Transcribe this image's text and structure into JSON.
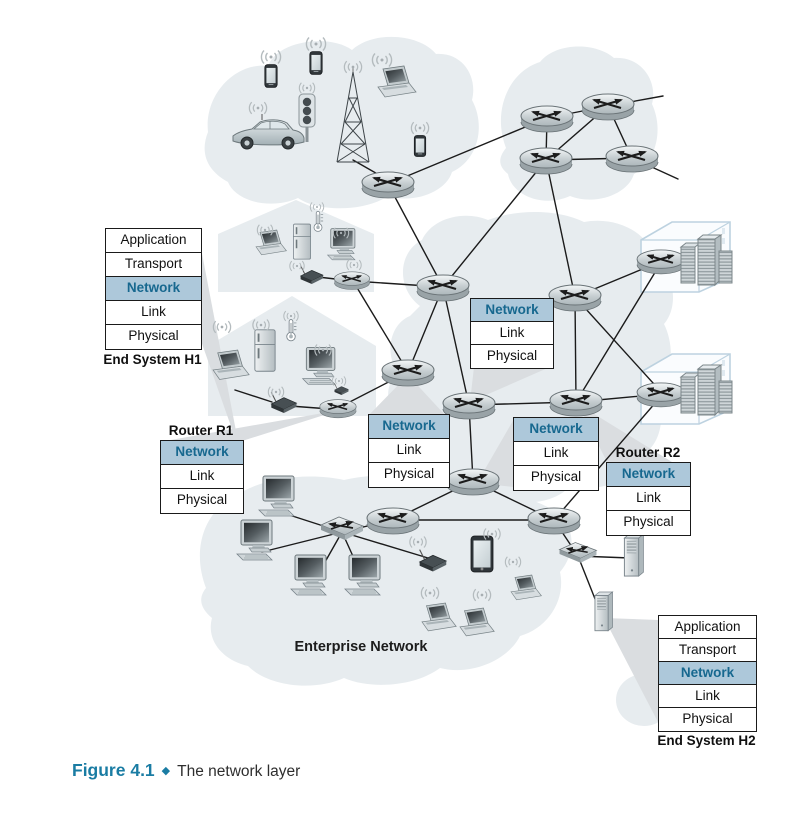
{
  "figure": {
    "caption_label": "Figure 4.1",
    "caption_diamond": "◆",
    "caption_text": "The network layer"
  },
  "labels": {
    "enterprise_network": "Enterprise Network"
  },
  "stacks": {
    "h1": {
      "title": "End System H1",
      "highlighted_layer": "Network",
      "layers": [
        "Application",
        "Transport",
        "Network",
        "Link",
        "Physical"
      ]
    },
    "r1": {
      "title": "Router R1",
      "highlighted_layer": "Network",
      "layers": [
        "Network",
        "Link",
        "Physical"
      ]
    },
    "mid_upper": {
      "highlighted_layer": "Network",
      "layers": [
        "Network",
        "Link",
        "Physical"
      ]
    },
    "mid_left": {
      "highlighted_layer": "Network",
      "layers": [
        "Network",
        "Link",
        "Physical"
      ]
    },
    "mid_right": {
      "highlighted_layer": "Network",
      "layers": [
        "Network",
        "Link",
        "Physical"
      ]
    },
    "r2": {
      "title": "Router R2",
      "highlighted_layer": "Network",
      "layers": [
        "Network",
        "Link",
        "Physical"
      ]
    },
    "h2": {
      "title": "End System H2",
      "highlighted_layer": "Network",
      "layers": [
        "Application",
        "Transport",
        "Network",
        "Link",
        "Physical"
      ]
    }
  },
  "colors": {
    "hl_bg": "#adc8da",
    "hl_tx": "#17688f",
    "accent": "#1a7ca3",
    "cloud": "#e7ecef",
    "beam": "#dadde0",
    "line": "#1b1b1b"
  },
  "icons": {
    "router": "cylinder-with-crossed-arrows",
    "switch": "flat-box-with-crossed-arrows",
    "wifi": "radio-wave-arcs",
    "devices": [
      "smartphone",
      "traffic-light",
      "car",
      "cell-tower",
      "laptop",
      "refrigerator",
      "thermometer",
      "desktop-computer",
      "modem",
      "access-point",
      "tablet",
      "server-tower",
      "server-rack",
      "house",
      "datacenter-building"
    ]
  }
}
